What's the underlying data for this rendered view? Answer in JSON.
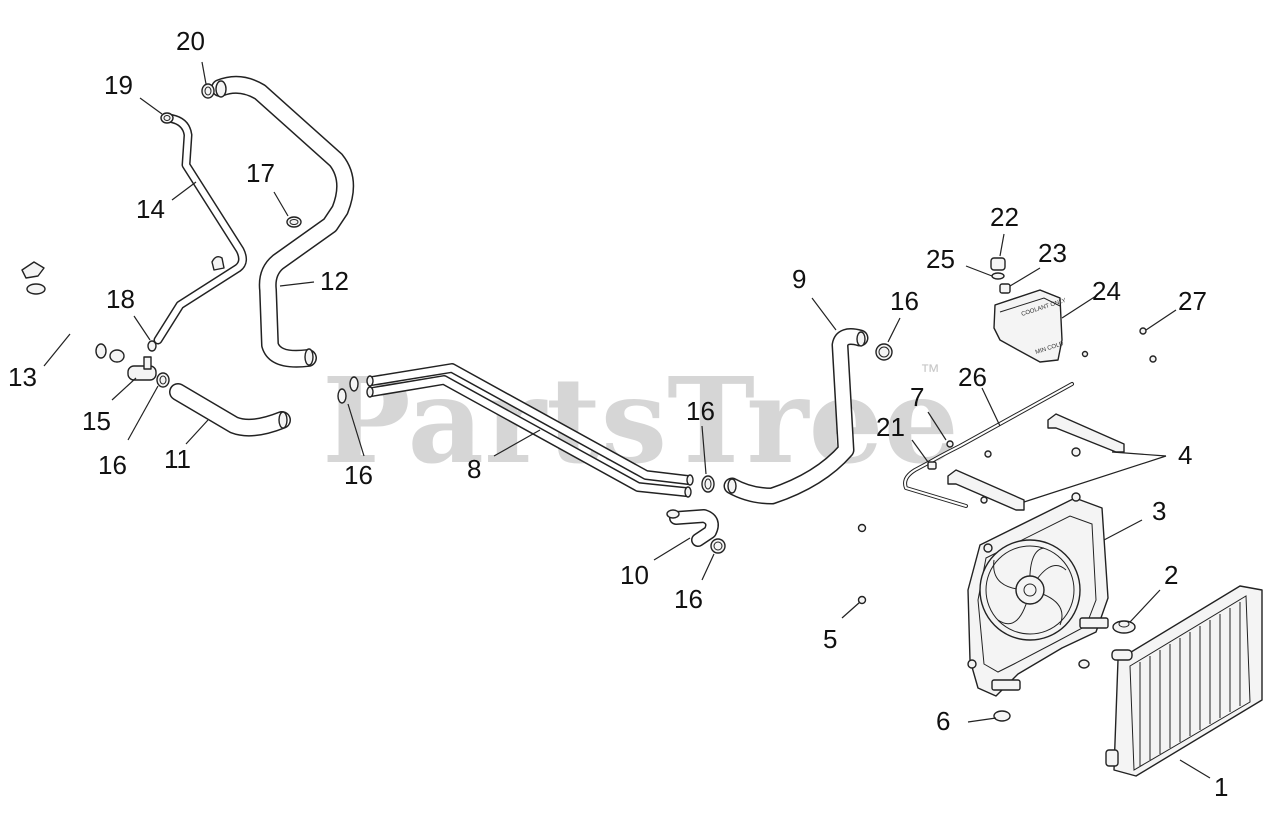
{
  "watermark": {
    "brand": "PartsTree",
    "trademark": "™"
  },
  "tank_labels": [
    "COOLANT ONLY",
    "MIN COLD"
  ],
  "callouts": [
    {
      "id": "c1",
      "text": "1"
    },
    {
      "id": "c2",
      "text": "2"
    },
    {
      "id": "c3",
      "text": "3"
    },
    {
      "id": "c4",
      "text": "4"
    },
    {
      "id": "c5",
      "text": "5"
    },
    {
      "id": "c6",
      "text": "6"
    },
    {
      "id": "c7",
      "text": "7"
    },
    {
      "id": "c8",
      "text": "8"
    },
    {
      "id": "c9",
      "text": "9"
    },
    {
      "id": "c10",
      "text": "10"
    },
    {
      "id": "c11",
      "text": "11"
    },
    {
      "id": "c12",
      "text": "12"
    },
    {
      "id": "c13",
      "text": "13"
    },
    {
      "id": "c14",
      "text": "14"
    },
    {
      "id": "c15",
      "text": "15"
    },
    {
      "id": "c16a",
      "text": "16"
    },
    {
      "id": "c16b",
      "text": "16"
    },
    {
      "id": "c16c",
      "text": "16"
    },
    {
      "id": "c16d",
      "text": "16"
    },
    {
      "id": "c16e",
      "text": "16"
    },
    {
      "id": "c17",
      "text": "17"
    },
    {
      "id": "c18",
      "text": "18"
    },
    {
      "id": "c19",
      "text": "19"
    },
    {
      "id": "c20",
      "text": "20"
    },
    {
      "id": "c21",
      "text": "21"
    },
    {
      "id": "c22",
      "text": "22"
    },
    {
      "id": "c23",
      "text": "23"
    },
    {
      "id": "c24",
      "text": "24"
    },
    {
      "id": "c25",
      "text": "25"
    },
    {
      "id": "c26",
      "text": "26"
    },
    {
      "id": "c27",
      "text": "27"
    }
  ]
}
